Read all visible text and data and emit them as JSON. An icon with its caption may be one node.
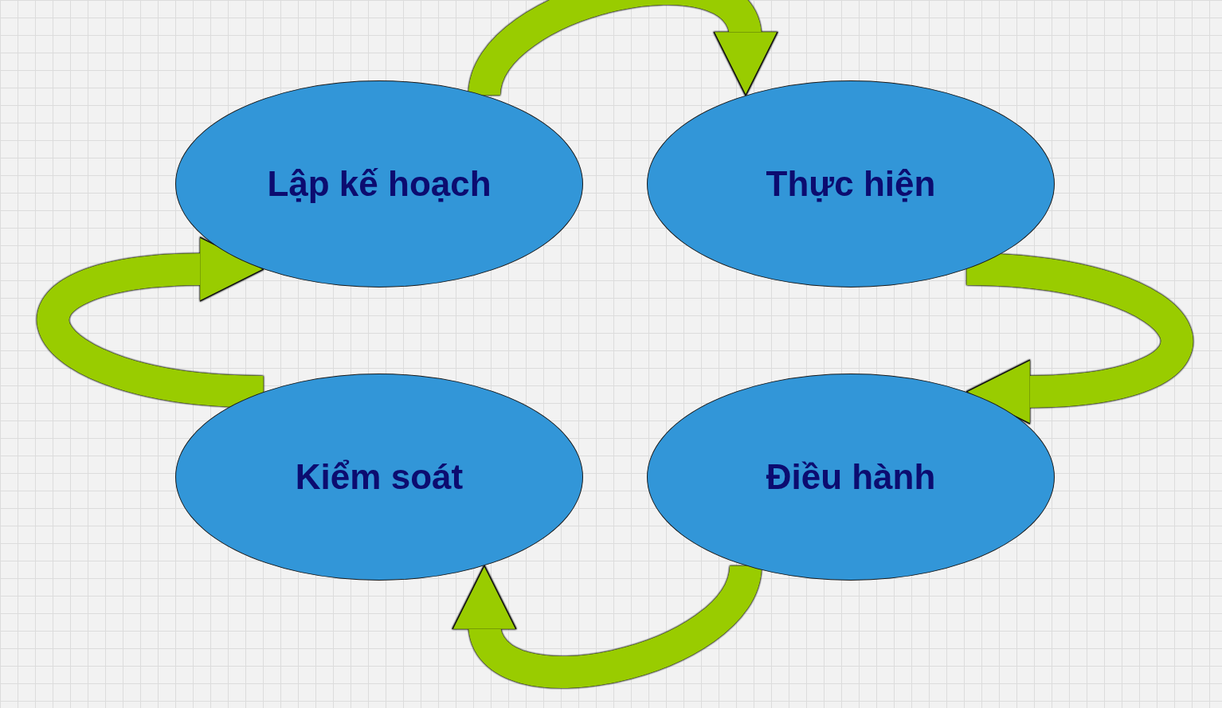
{
  "diagram": {
    "nodes": [
      {
        "text": [
          "Lập kế hoạch"
        ]
      },
      {
        "text": [
          "Thực hiện"
        ]
      },
      {
        "text": [
          "Kiểm soát"
        ]
      },
      {
        "text": [
          "Điều hành"
        ]
      }
    ],
    "edges": [
      {
        "from": 0,
        "to": 1,
        "arrow": "to"
      },
      {
        "from": 1,
        "to": 3,
        "arrow": "to"
      },
      {
        "from": 3,
        "to": 2,
        "arrow": "to"
      },
      {
        "from": 2,
        "to": 0,
        "arrow": "to"
      }
    ]
  }
}
